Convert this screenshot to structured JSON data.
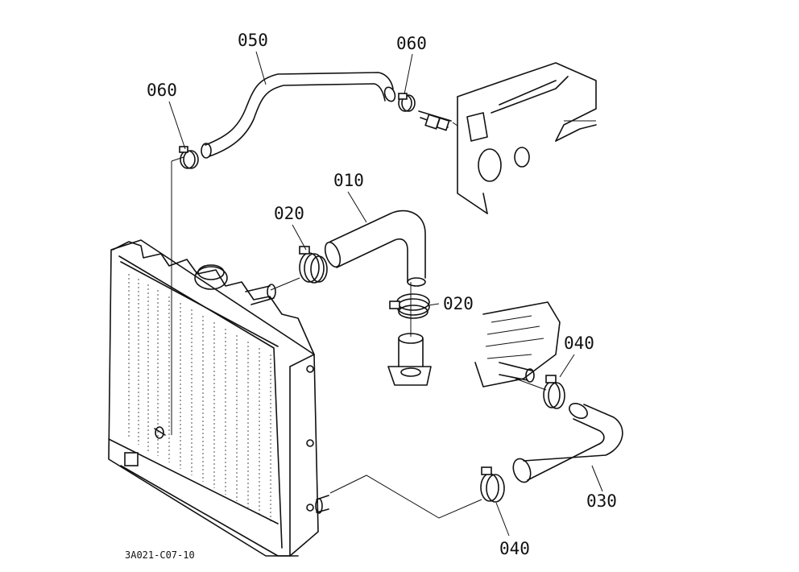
{
  "diagram": {
    "callouts": {
      "c050": "050",
      "c060_left": "060",
      "c060_right": "060",
      "c010": "010",
      "c020_upper": "020",
      "c020_lower": "020",
      "c040_upper": "040",
      "c040_lower": "040",
      "c030": "030"
    },
    "figure_id": "3A021-C07-10",
    "colors": {
      "ink": "#111111",
      "paper": "#ffffff"
    }
  }
}
